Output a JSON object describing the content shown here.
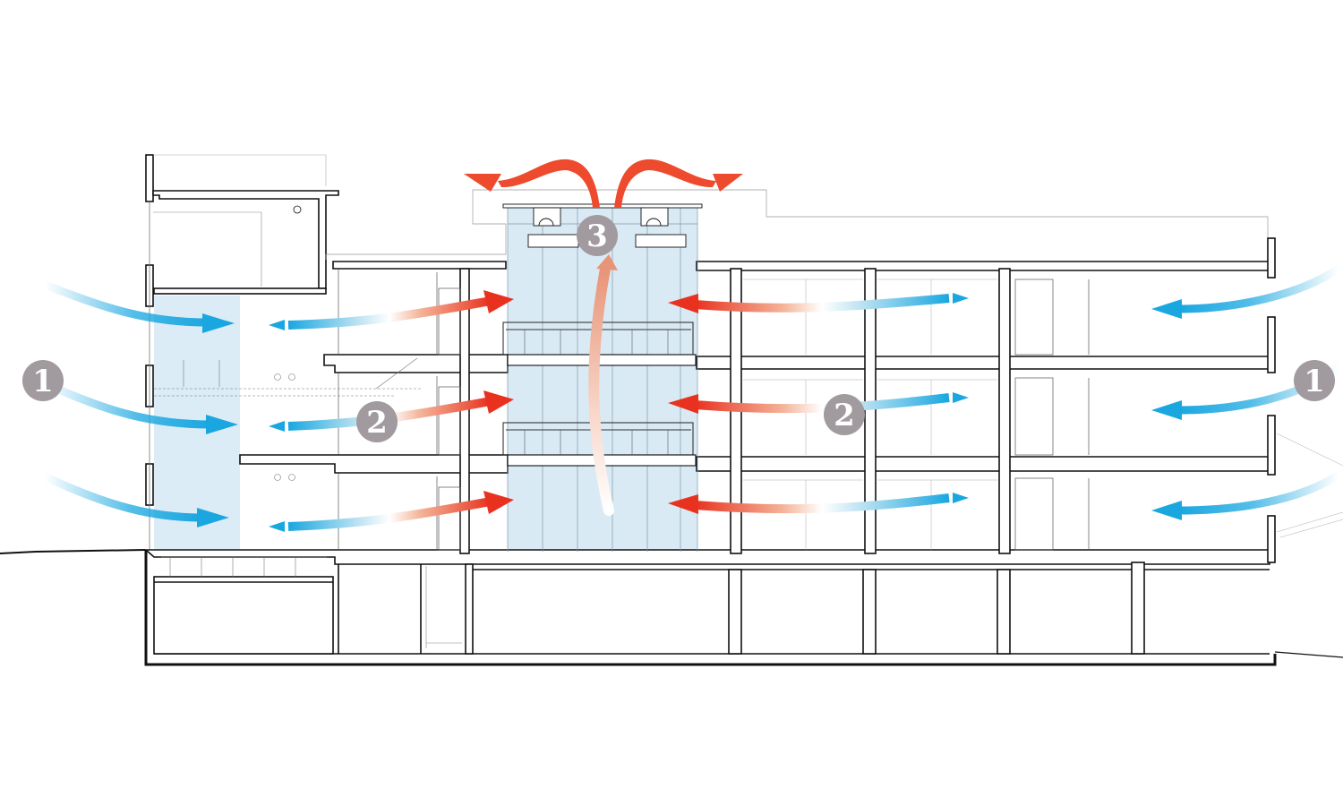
{
  "markers": [
    {
      "id": "left-1",
      "label": "1"
    },
    {
      "id": "right-1",
      "label": "1"
    },
    {
      "id": "left-2",
      "label": "2"
    },
    {
      "id": "right-2",
      "label": "2"
    },
    {
      "id": "top-3",
      "label": "3"
    }
  ],
  "colors": {
    "cool_air": "#1aa7e0",
    "warm_air": "#e8321f",
    "exhaust": "#ee4a2d",
    "glazing": "#cfe5f3",
    "badge": "#a19a9f",
    "structure": "#111111"
  }
}
